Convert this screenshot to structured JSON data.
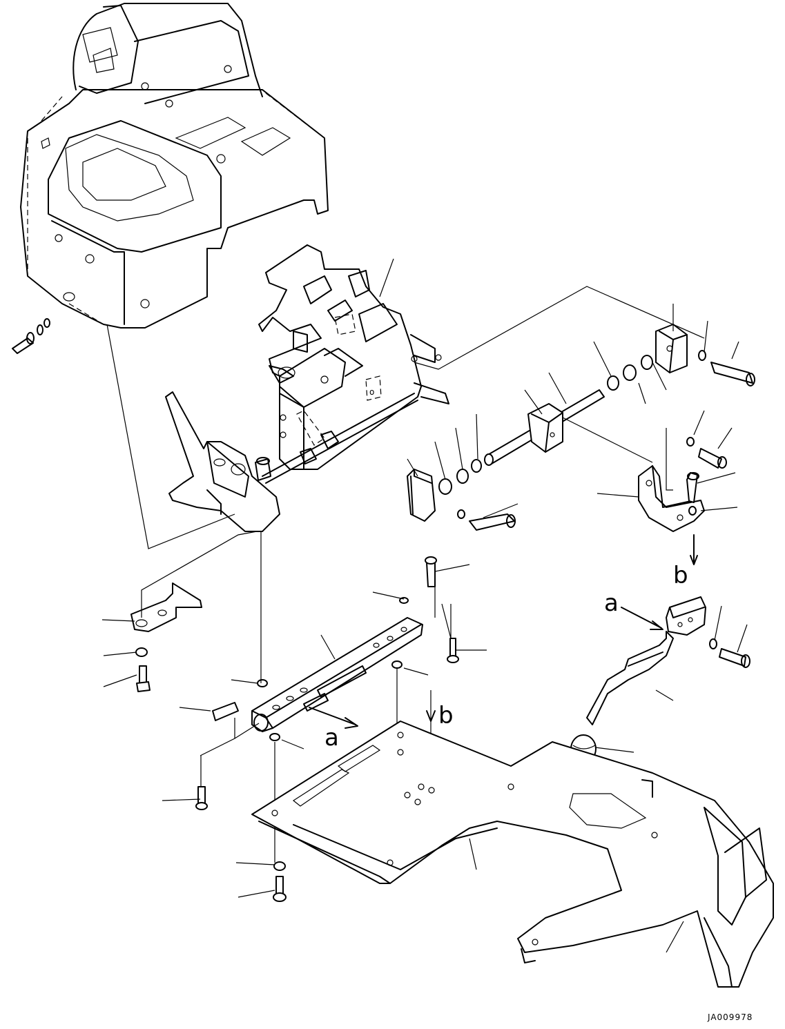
{
  "diagram": {
    "reference_labels": {
      "a_plate": "a",
      "a_bracket": "a",
      "b_bracket": "b",
      "b_plate": "b"
    },
    "drawing_code": "JA009978"
  }
}
